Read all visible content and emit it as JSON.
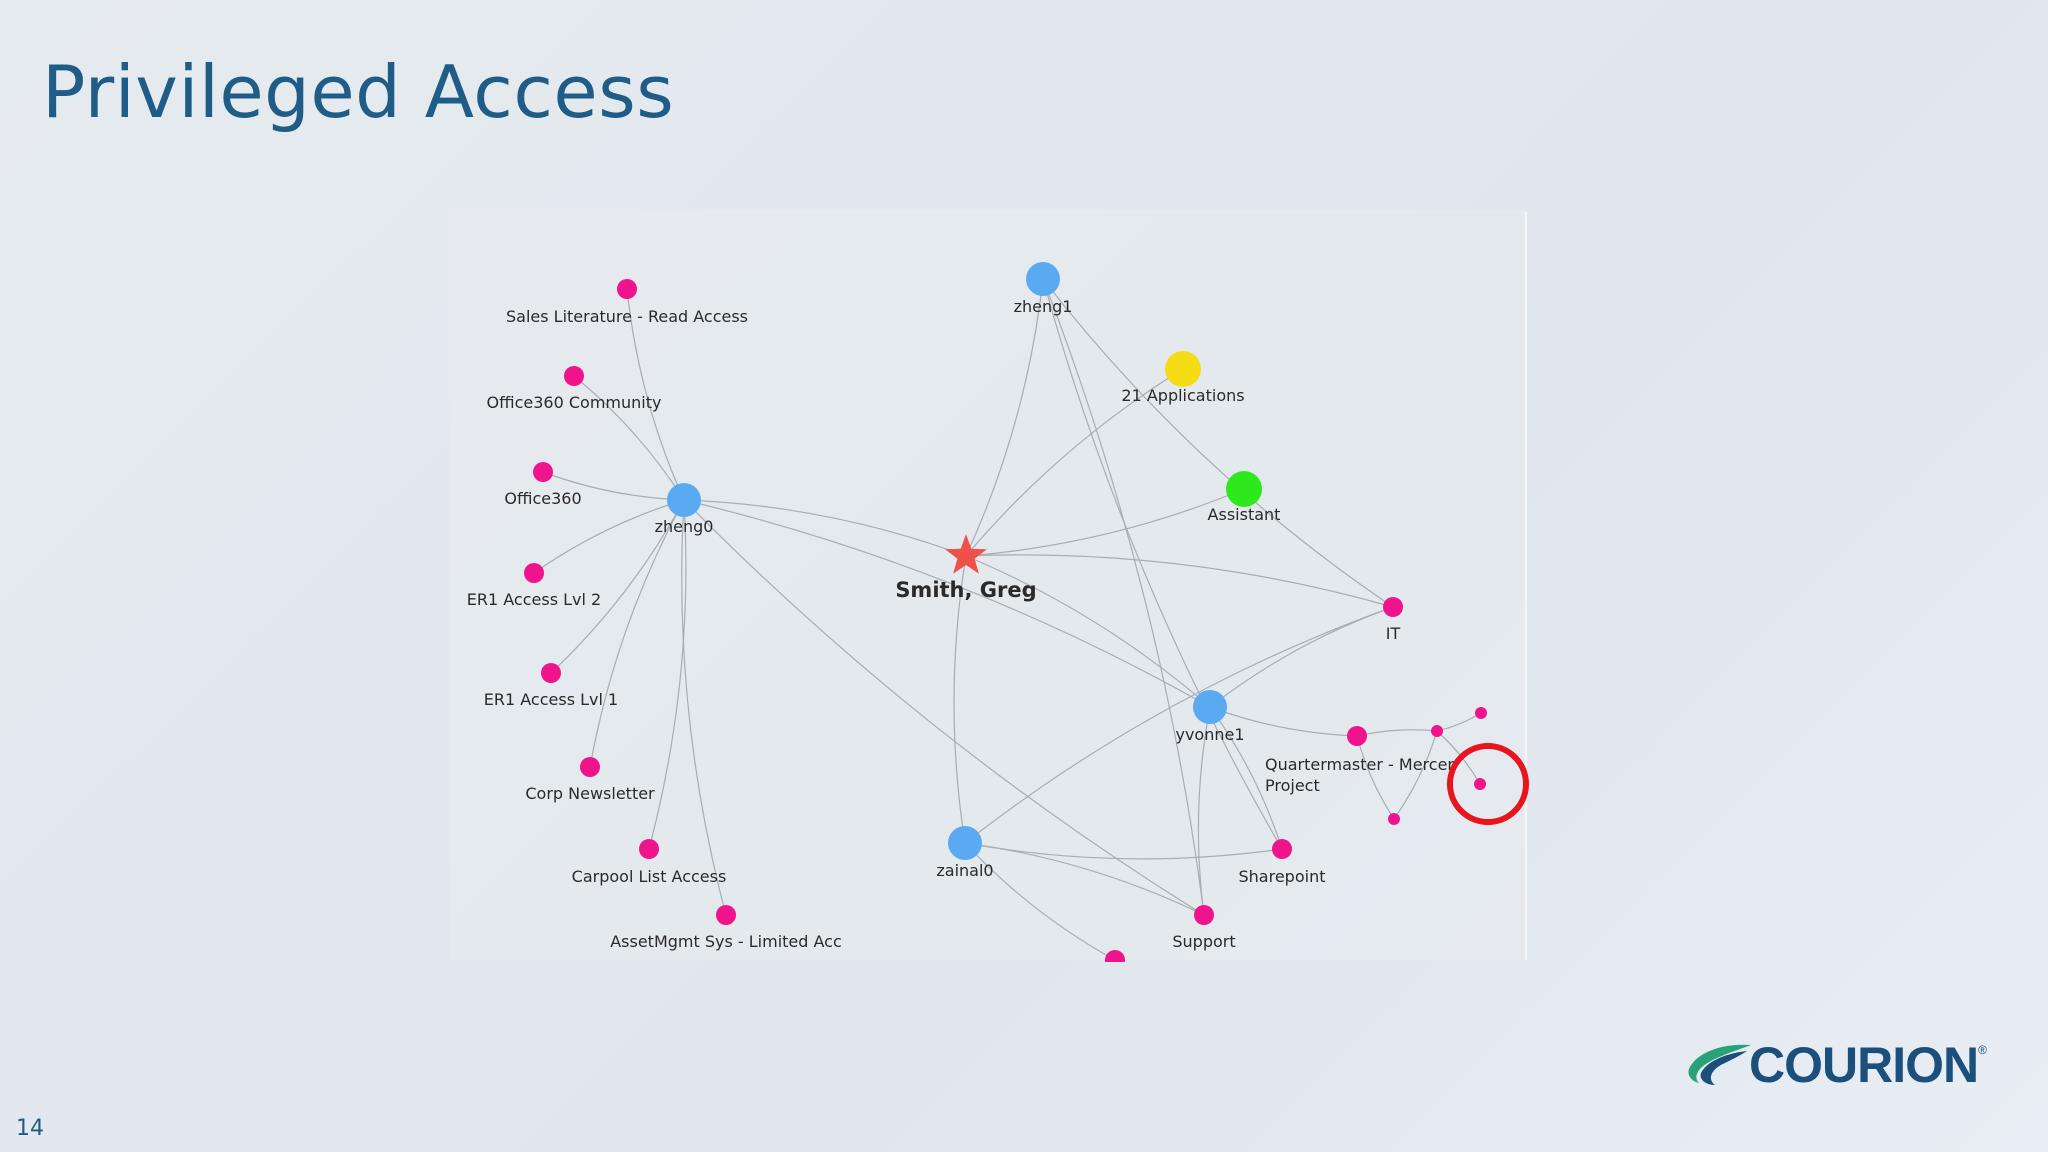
{
  "slide": {
    "title": "Privileged Access",
    "page_number": "14"
  },
  "logo": {
    "text": "COURION",
    "registered": "®"
  },
  "graph": {
    "nodes": [
      {
        "id": "sales-lit",
        "label": "Sales Literature - Read Access",
        "kind": "entitlement"
      },
      {
        "id": "o365-comm",
        "label": "Office360 Community",
        "kind": "entitlement"
      },
      {
        "id": "o365",
        "label": "Office360",
        "kind": "entitlement"
      },
      {
        "id": "er1-2",
        "label": "ER1 Access Lvl 2",
        "kind": "entitlement"
      },
      {
        "id": "er1-1",
        "label": "ER1 Access Lvl 1",
        "kind": "entitlement"
      },
      {
        "id": "corp-news",
        "label": "Corp Newsletter",
        "kind": "entitlement"
      },
      {
        "id": "carpool",
        "label": "Carpool List Access",
        "kind": "entitlement"
      },
      {
        "id": "assetmgmt",
        "label": "AssetMgmt Sys - Limited Acc",
        "kind": "entitlement"
      },
      {
        "id": "zheng0",
        "label": "zheng0",
        "kind": "account"
      },
      {
        "id": "zheng1",
        "label": "zheng1",
        "kind": "account"
      },
      {
        "id": "yvonne1",
        "label": "yvonne1",
        "kind": "account"
      },
      {
        "id": "zainal0",
        "label": "zainal0",
        "kind": "account"
      },
      {
        "id": "smith",
        "label": "Smith, Greg",
        "kind": "identity"
      },
      {
        "id": "apps21",
        "label": "21 Applications",
        "kind": "applications"
      },
      {
        "id": "assistant",
        "label": "Assistant",
        "kind": "role"
      },
      {
        "id": "it",
        "label": "IT",
        "kind": "entitlement"
      },
      {
        "id": "quartermaster",
        "label": "Quartermaster - Mercer Project",
        "kind": "entitlement"
      },
      {
        "id": "sharepoint",
        "label": "Sharepoint",
        "kind": "entitlement"
      },
      {
        "id": "support",
        "label": "Support",
        "kind": "entitlement"
      },
      {
        "id": "bottom-partial",
        "label": "",
        "kind": "entitlement"
      },
      {
        "id": "q-child-1",
        "label": "",
        "kind": "entitlement-small"
      },
      {
        "id": "q-child-2",
        "label": "",
        "kind": "entitlement-small"
      },
      {
        "id": "q-child-3",
        "label": "",
        "kind": "entitlement-small"
      },
      {
        "id": "q-child-4",
        "label": "",
        "kind": "entitlement-small"
      }
    ],
    "edges": [
      [
        "zheng0",
        "sales-lit"
      ],
      [
        "zheng0",
        "o365-comm"
      ],
      [
        "zheng0",
        "o365"
      ],
      [
        "zheng0",
        "er1-2"
      ],
      [
        "zheng0",
        "er1-1"
      ],
      [
        "zheng0",
        "corp-news"
      ],
      [
        "zheng0",
        "carpool"
      ],
      [
        "zheng0",
        "assetmgmt"
      ],
      [
        "zheng0",
        "smith"
      ],
      [
        "zheng0",
        "support"
      ],
      [
        "zheng0",
        "yvonne1"
      ],
      [
        "smith",
        "zheng1"
      ],
      [
        "smith",
        "apps21"
      ],
      [
        "smith",
        "assistant"
      ],
      [
        "smith",
        "it"
      ],
      [
        "smith",
        "zainal0"
      ],
      [
        "smith",
        "yvonne1"
      ],
      [
        "zheng1",
        "sharepoint"
      ],
      [
        "zheng1",
        "support"
      ],
      [
        "zheng1",
        "it"
      ],
      [
        "yvonne1",
        "it"
      ],
      [
        "yvonne1",
        "quartermaster"
      ],
      [
        "yvonne1",
        "sharepoint"
      ],
      [
        "yvonne1",
        "support"
      ],
      [
        "zainal0",
        "it"
      ],
      [
        "zainal0",
        "sharepoint"
      ],
      [
        "zainal0",
        "support"
      ],
      [
        "zainal0",
        "bottom-partial"
      ],
      [
        "quartermaster",
        "q-child-1"
      ],
      [
        "quartermaster",
        "q-child-2"
      ],
      [
        "q-child-1",
        "q-child-2"
      ],
      [
        "q-child-1",
        "q-child-3"
      ],
      [
        "q-child-1",
        "q-child-4"
      ]
    ],
    "colors": {
      "entitlement": "#f0148c",
      "account": "#5aaaf2",
      "identity": "#f0504a",
      "applications": "#f5dc14",
      "role": "#2ee81e",
      "edge": "#a8adb2",
      "label": "#2a2a2a",
      "highlight_ring": "#e8141e"
    },
    "highlight": {
      "target": "q-child-4",
      "shape": "circle"
    }
  }
}
